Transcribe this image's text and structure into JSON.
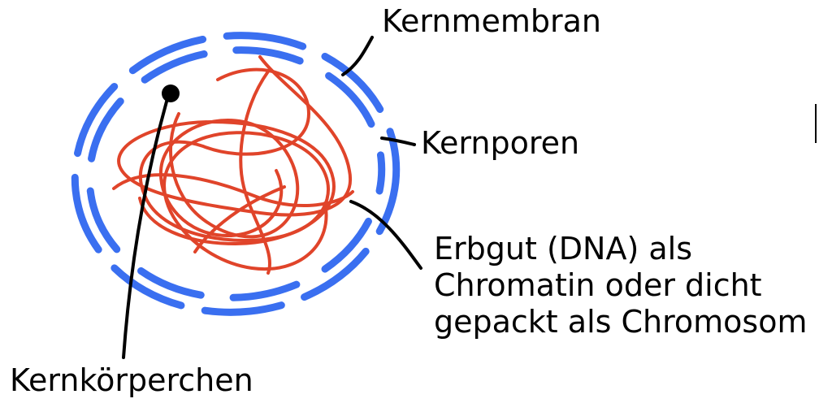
{
  "labels": {
    "membrane": "Kernmembran",
    "pores": "Kernporen",
    "dna_line1": "Erbgut (DNA) als",
    "dna_line2": "Chromatin oder dicht",
    "dna_line3": "gepackt als Chromosom",
    "nucleolus": "Kernkörperchen"
  },
  "colors": {
    "membrane": "#3a6ff0",
    "chromatin": "#e0442a",
    "leader": "#000000",
    "nucleolus": "#000000"
  }
}
